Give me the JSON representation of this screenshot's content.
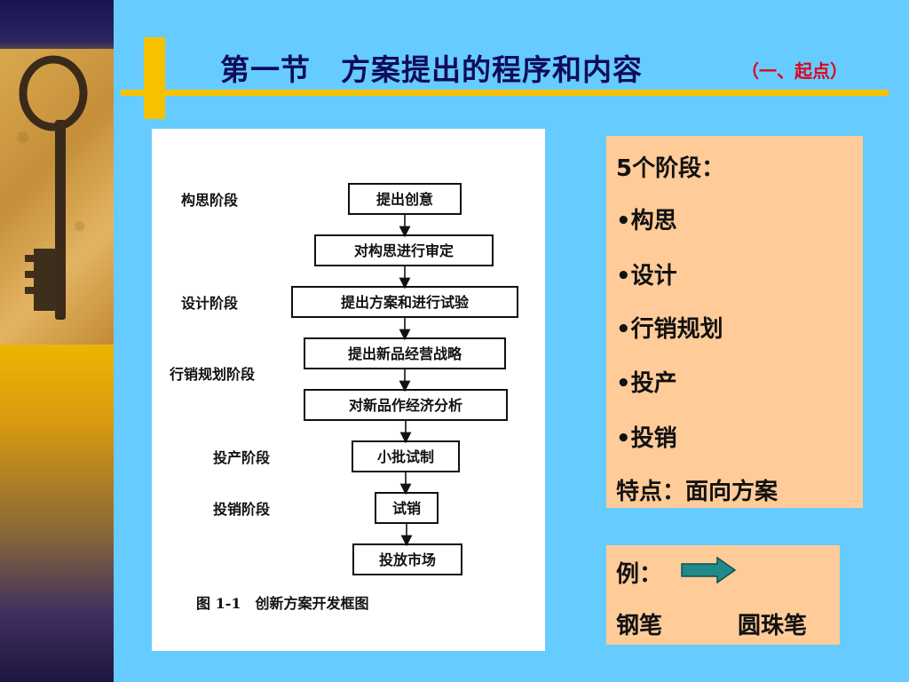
{
  "title": "第一节　方案提出的程序和内容",
  "subtitle": "（一、起点）",
  "figure": {
    "stage_labels": [
      "构思阶段",
      "设计阶段",
      "行销规划阶段",
      "投产阶段",
      "投销阶段"
    ],
    "steps": [
      "提出创意",
      "对构思进行审定",
      "提出方案和进行试验",
      "提出新品经营战略",
      "对新品作经济分析",
      "小批试制",
      "试销",
      "投放市场"
    ],
    "caption": "图 1-1　创新方案开发框图"
  },
  "stages_box": {
    "heading": "5个阶段：",
    "items": [
      "•构思",
      "•设计",
      "•行销规划",
      "•投产",
      "•投销"
    ],
    "feature": "特点：面向方案"
  },
  "example_box": {
    "label": "例：",
    "from": "钢笔",
    "to": "圆珠笔"
  },
  "colors": {
    "background": "#66ccff",
    "accent_yellow": "#f6c200",
    "title_navy": "#100c5c",
    "subtitle_red": "#e0001a",
    "box_fill": "#ffcc99",
    "arrow_teal": "#1f8a8a"
  }
}
